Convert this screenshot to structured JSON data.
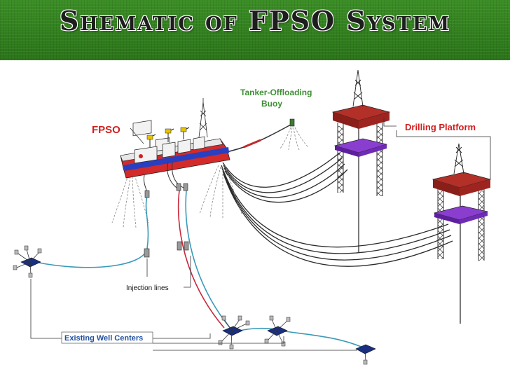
{
  "slide": {
    "title": "Shematic of FPSO System"
  },
  "labels": {
    "fpso": "FPSO",
    "buoy_line1": "Tanker-Offloading",
    "buoy_line2": "Buoy",
    "drilling": "Drilling Platform",
    "injection": "Injection lines",
    "wells": "Existing Well Centers"
  },
  "colors": {
    "header_green": "#2f7d1d",
    "hull_red": "#d42a2a",
    "hull_blue": "#2a3fbf",
    "platform_red": "#9e2420",
    "platform_purple": "#7a2fc4",
    "label_red": "#d21e1e",
    "label_green": "#3f8f36",
    "label_blue": "#1f4f9e",
    "line_teal": "#3a9ab8"
  }
}
